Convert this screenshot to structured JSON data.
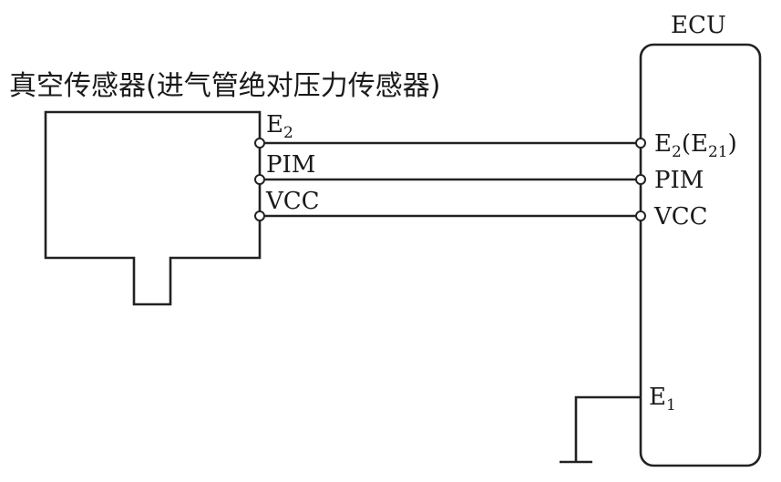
{
  "sensor": {
    "title": "真空传感器(进气管绝对压力传感器)",
    "pins": {
      "e2": {
        "base": "E",
        "sub": "2"
      },
      "pim": "PIM",
      "vcc": "VCC"
    }
  },
  "ecu": {
    "title": "ECU",
    "pins": {
      "e2": {
        "base": "E",
        "sub": "2",
        "open": "(E",
        "sub2": "21",
        "close": ")"
      },
      "pim": "PIM",
      "vcc": "VCC",
      "e1": {
        "base": "E",
        "sub": "1"
      }
    }
  }
}
